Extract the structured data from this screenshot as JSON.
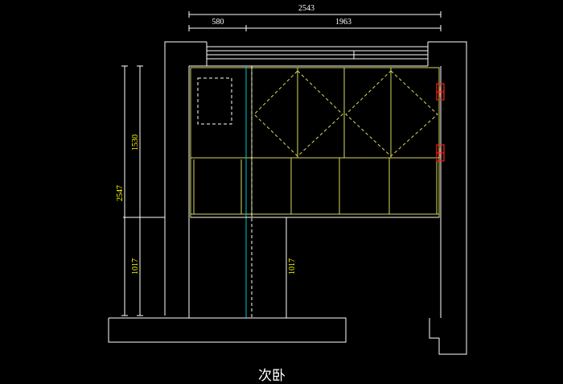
{
  "title": "次卧",
  "dimensions": {
    "total_width": "2543",
    "left_width": "580",
    "right_width": "1963",
    "total_height": "2547",
    "upper_height": "1530",
    "lower_height_left": "1017",
    "lower_height_inner": "1017"
  },
  "colors": {
    "background": "#000000",
    "wall": "#ffffff",
    "cabinet": "#d8d860",
    "cabinet_dashed": "#d8d860",
    "dimension_text": "#ffff00",
    "glass_line": "#00c8c8",
    "socket": "#ff2020"
  }
}
